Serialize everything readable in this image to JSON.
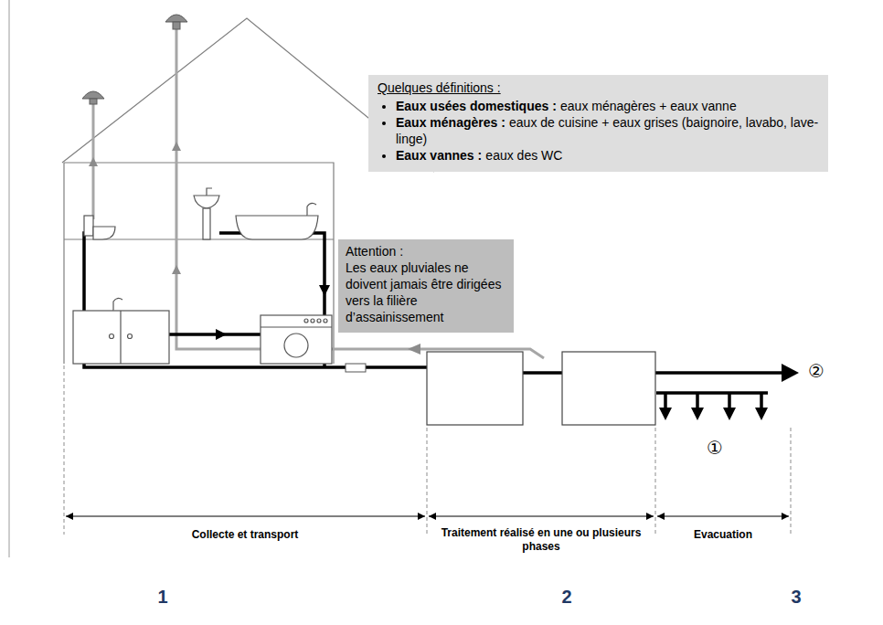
{
  "diagram": {
    "nodes": [
      {
        "text": [
          "Quelques définitions :",
          "Eaux usées domestiques :",
          "eaux ménagères + eaux vanne",
          "Eaux ménagères :",
          "eaux de cuisine + eaux grises (baignoire, lavabo, lave-linge)",
          "Eaux vannes :",
          "eaux des WC"
        ]
      },
      {
        "text": [
          "Attention :",
          "Les eaux pluviales ne doivent jamais être dirigées vers la filière d’assainissement"
        ]
      }
    ],
    "labels": [
      "①",
      "②",
      "Collecte et transport",
      "Traitement réalisé en une ou plusieurs phases",
      "Evacuation",
      "1",
      "2",
      "3"
    ]
  }
}
